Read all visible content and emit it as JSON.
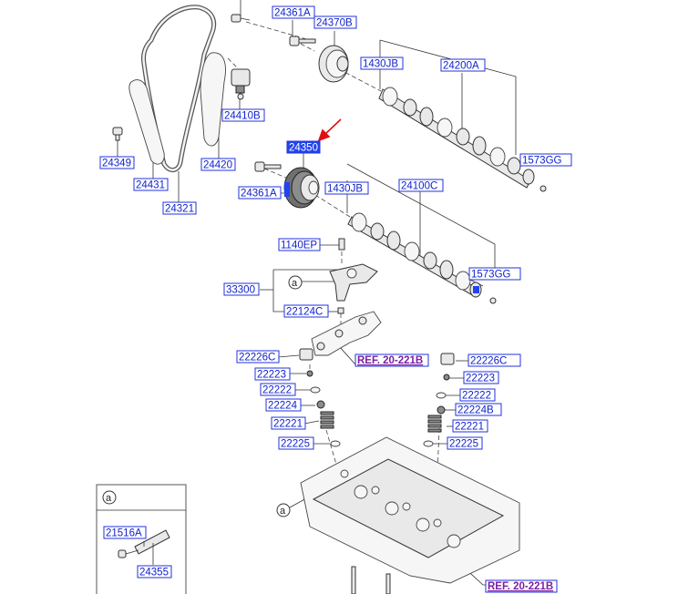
{
  "part_labels": [
    {
      "id": "24361A_top",
      "text": "24361A"
    },
    {
      "id": "24370B",
      "text": "24370B"
    },
    {
      "id": "1430JB_top",
      "text": "1430JB"
    },
    {
      "id": "24200A",
      "text": "24200A"
    },
    {
      "id": "24410B",
      "text": "24410B"
    },
    {
      "id": "24349",
      "text": "24349"
    },
    {
      "id": "24420",
      "text": "24420"
    },
    {
      "id": "24431",
      "text": "24431"
    },
    {
      "id": "24321",
      "text": "24321"
    },
    {
      "id": "24350",
      "text": "24350",
      "selected": true
    },
    {
      "id": "1573GG_top",
      "text": "1573GG"
    },
    {
      "id": "24361A_mid",
      "text": "24361A"
    },
    {
      "id": "1430JB_mid",
      "text": "1430JB"
    },
    {
      "id": "24100C",
      "text": "24100C"
    },
    {
      "id": "1140EP",
      "text": "1140EP"
    },
    {
      "id": "1573GG_mid",
      "text": "1573GG"
    },
    {
      "id": "33300",
      "text": "33300"
    },
    {
      "id": "22124C",
      "text": "22124C"
    },
    {
      "id": "22226C_l",
      "text": "22226C"
    },
    {
      "id": "22226C_r",
      "text": "22226C"
    },
    {
      "id": "22223_l",
      "text": "22223"
    },
    {
      "id": "22223_r",
      "text": "22223"
    },
    {
      "id": "22222_l",
      "text": "22222"
    },
    {
      "id": "22222_r",
      "text": "22222"
    },
    {
      "id": "22224_l",
      "text": "22224"
    },
    {
      "id": "22224B",
      "text": "22224B"
    },
    {
      "id": "22221_l",
      "text": "22221"
    },
    {
      "id": "22221_r",
      "text": "22221"
    },
    {
      "id": "22225_l",
      "text": "22225"
    },
    {
      "id": "22225_r",
      "text": "22225"
    },
    {
      "id": "21516A",
      "text": "21516A"
    },
    {
      "id": "24355",
      "text": "24355"
    }
  ],
  "references": [
    {
      "id": "ref_mid",
      "prefix": "REF.",
      "code": "20-221B"
    },
    {
      "id": "ref_bot",
      "prefix": "REF.",
      "code": "20-221B"
    }
  ],
  "callouts": {
    "a_marker": "a"
  },
  "colors": {
    "label_text": "#1122cc",
    "label_border": "#2233dd",
    "selected_fill": "#2244ee",
    "pointer_arrow": "#e01010",
    "ref_text": "#7a1fa2"
  }
}
